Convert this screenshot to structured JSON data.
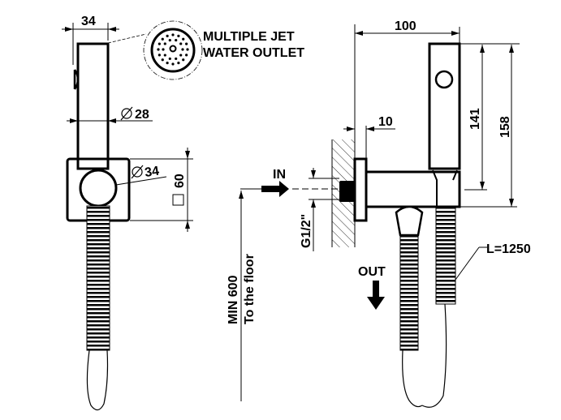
{
  "drawing": {
    "front_view": {
      "width_dim": "34",
      "handset_diameter": "28",
      "elbow_diameter": "34",
      "bracket_square": "60"
    },
    "callout": {
      "line1": "MULTIPLE JET",
      "line2": "WATER OUTLET"
    },
    "side_view": {
      "projection_dim": "100",
      "flange_dim": "10",
      "handset_height": "141",
      "total_height": "158",
      "inlet_label": "IN",
      "thread_label": "G1/2\"",
      "outlet_label": "OUT",
      "hose_length": "L=1250",
      "floor_line1": "MIN 600",
      "floor_line2": "To the floor"
    }
  }
}
